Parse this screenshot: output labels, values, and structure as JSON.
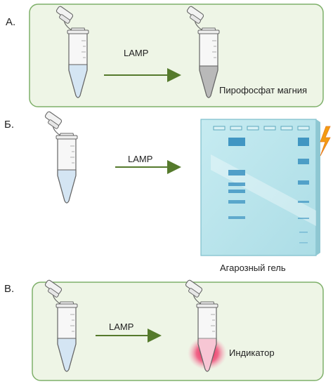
{
  "panels": {
    "a": {
      "letter": "А.",
      "arrow_label": "LAMP",
      "result_label": "Пирофосфат магния"
    },
    "b": {
      "letter": "Б.",
      "arrow_label": "LAMP",
      "result_label": "Агарозный гель"
    },
    "c": {
      "letter": "В.",
      "arrow_label": "LAMP",
      "result_label": "Индикатор"
    }
  },
  "colors": {
    "panel_fill": "#eef5e6",
    "panel_border": "#7fb06a",
    "arrow": "#557a2c",
    "tube_liquid": "#cfe2f3",
    "precipitate": "#b3b3b3",
    "gel": "#b9e3ea",
    "band": "#3a91c0",
    "indicator": "#e8174e",
    "lightning": "#f39c12"
  },
  "icons": [
    "tube-icon",
    "lightning-icon"
  ]
}
